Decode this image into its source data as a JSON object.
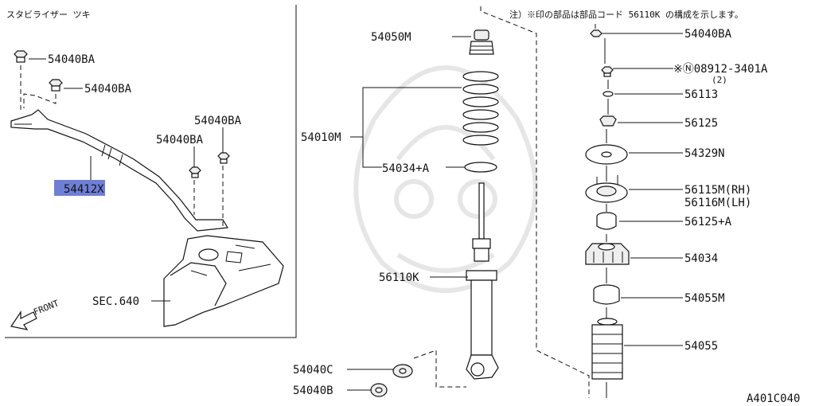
{
  "header": {
    "title_jp": "スタビライザー ツキ",
    "note": "注）※印の部品は部品コード 56110K の構成を示します。"
  },
  "left_panel": {
    "labels": {
      "nut_1": "54040BA",
      "nut_2": "54040BA",
      "nut_3": "54040BA",
      "nut_4": "54040BA",
      "stabilizer": "54412X",
      "sec": "SEC.640",
      "front": "FRONT"
    }
  },
  "middle": {
    "labels": {
      "bound_bumper": "54050M",
      "spring": "54010M",
      "spring_seat": "54034+A",
      "shock": "56110K",
      "bushing_c": "54040C",
      "bushing_b": "54040B"
    }
  },
  "right_column": {
    "labels": {
      "top_nut": "54040BA",
      "special_nut": "※Ⓝ08912-3401A",
      "special_nut_qty": "(2)",
      "washer": "56113",
      "nut": "56125",
      "plate": "54329N",
      "mount_rh": "56115M(RH)",
      "mount_lh": "56116M(LH)",
      "collar": "56125+A",
      "insulator": "54034",
      "bumper_seat": "54055M",
      "boot": "54055"
    }
  },
  "footer": {
    "code": "A401C040"
  },
  "colors": {
    "highlight": "#6f7fd6",
    "line": "#111111"
  }
}
